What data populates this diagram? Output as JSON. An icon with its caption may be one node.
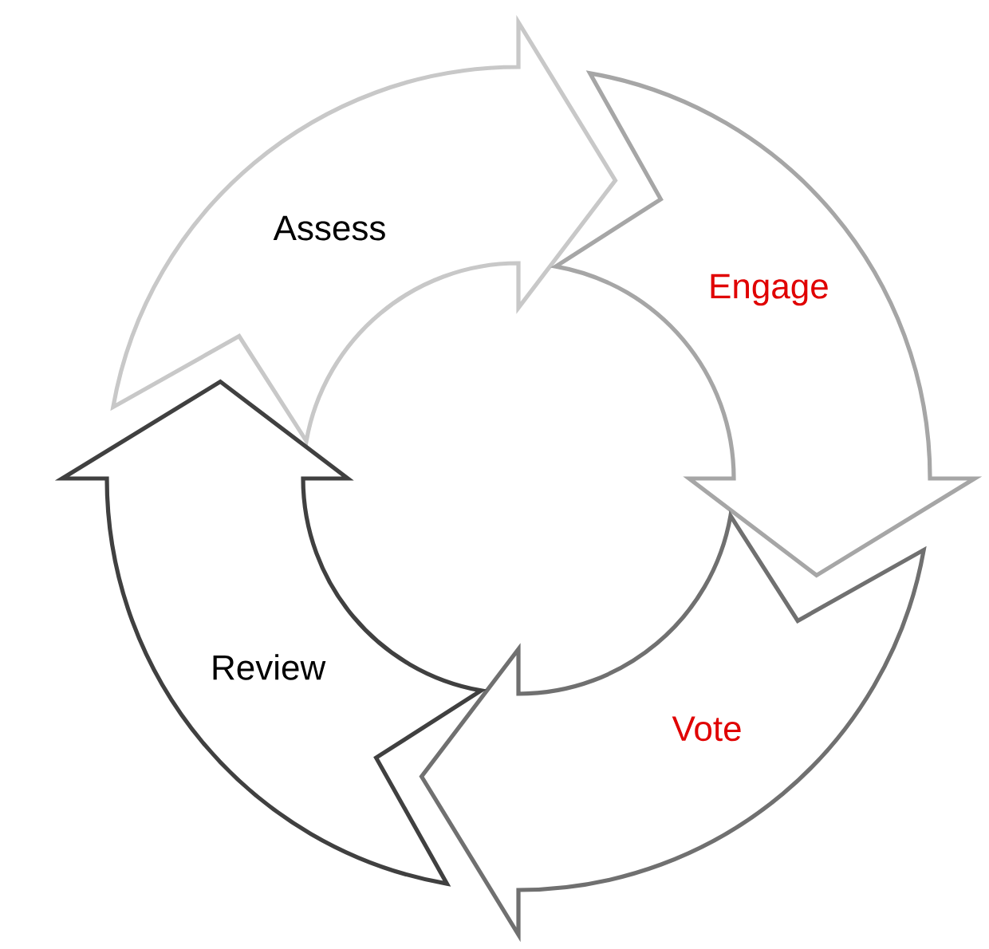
{
  "diagram": {
    "nodes": [
      {
        "text": [
          "Assess"
        ]
      },
      {
        "text": [
          "Engage"
        ]
      },
      {
        "text": [
          "Vote"
        ]
      },
      {
        "text": [
          "Review"
        ]
      }
    ]
  }
}
